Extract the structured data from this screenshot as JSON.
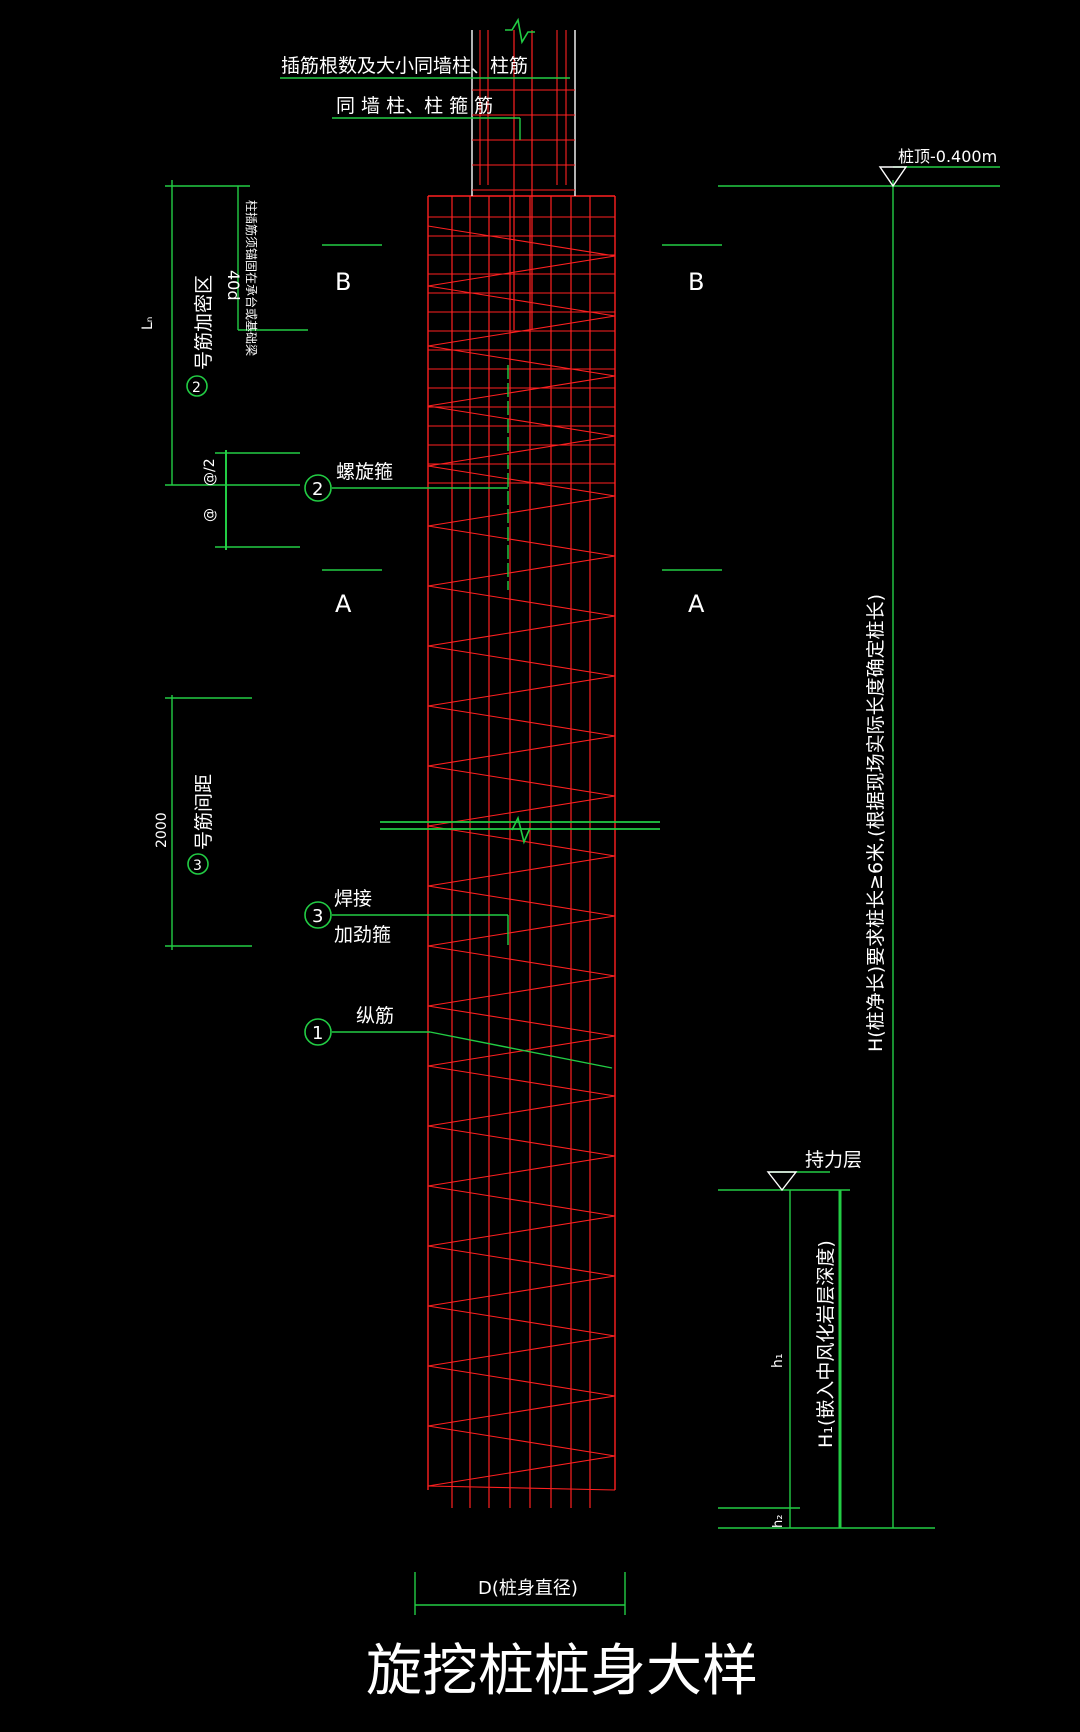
{
  "colors": {
    "background": "#000000",
    "rebar": "#ff2020",
    "leader": "#22cc44",
    "text": "#ffffff",
    "vertical_bar": "#22cc44"
  },
  "labels": {
    "dowel_note": "插筋根数及大小同墙柱、柱筋",
    "stirrup_note": "同 墙 柱、柱 箍 筋",
    "pile_top": "桩顶-0.400m",
    "section_b": "B",
    "section_a": "A",
    "anchor_40d": "40d",
    "anchor_note": "柱插筋须锚固在承台或基础梁",
    "ln": "Lₙ",
    "zone_2": "号筋加密区",
    "at_half": "@/2",
    "at": "@",
    "spiral": "螺旋箍",
    "len_2000": "2000",
    "spacing_3": "号筋间距",
    "weld": "焊接",
    "stiffener": "加劲箍",
    "long_bar": "纵筋",
    "bearing": "持力层",
    "h_total": "H(桩净长)要求桩长≥6米,(根据现场实际长度确定桩长)",
    "h1": "h₁",
    "h1_note": "H₁(嵌入中风化岩层深度)",
    "h2": "h₂",
    "diameter": "D(桩身直径)",
    "title": "旋挖桩桩身大样"
  },
  "markers": {
    "m1": "1",
    "m2": "2",
    "m3": "3"
  }
}
